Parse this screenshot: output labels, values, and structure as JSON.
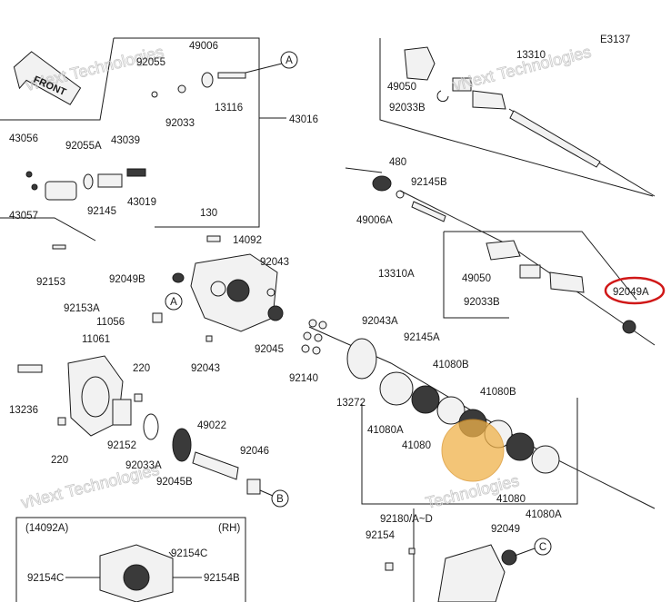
{
  "diagram": {
    "code": "E3137",
    "front_label": "FRONT"
  },
  "callouts": {
    "a": "A",
    "b": "B",
    "c": "C"
  },
  "highlight": {
    "color": "#d01818",
    "part": "92049A"
  },
  "watermarks": [
    "vNext Technologies",
    "vNext Technologies",
    "vNext Technologies",
    "Technologies"
  ],
  "labels": {
    "p92055": "92055",
    "p49006": "49006",
    "p92033": "92033",
    "p13116": "13116",
    "p43016": "43016",
    "p43056": "43056",
    "p92055a": "92055A",
    "p43039": "43039",
    "p43057": "43057",
    "p92145": "92145",
    "p43019": "43019",
    "p92153": "92153",
    "p130": "130",
    "p14092": "14092",
    "p92043": "92043",
    "p92049b": "92049B",
    "p92153a": "92153A",
    "p11056": "11056",
    "p92045": "92045",
    "p92140": "92140",
    "p13272": "13272",
    "p11061": "11061",
    "p220": "220",
    "p13236": "13236",
    "p92152": "92152",
    "p49022": "49022",
    "p92046": "92046",
    "p92033a": "92033A",
    "p92045b": "92045B",
    "p13310": "13310",
    "p49050": "49050",
    "p92033b": "92033B",
    "p480": "480",
    "p92145b": "92145B",
    "p49006a": "49006A",
    "p13310a": "13310A",
    "p92049a": "92049A",
    "p92043a": "92043A",
    "p92145a": "92145A",
    "p41080b": "41080B",
    "p41080a": "41080A",
    "p41080": "41080",
    "p92180": "92180/A~D",
    "p92154": "92154",
    "p92049": "92049",
    "p92154c": "92154C",
    "p92154b": "92154B"
  },
  "inset": {
    "title": "(14092A)",
    "side": "(RH)"
  }
}
